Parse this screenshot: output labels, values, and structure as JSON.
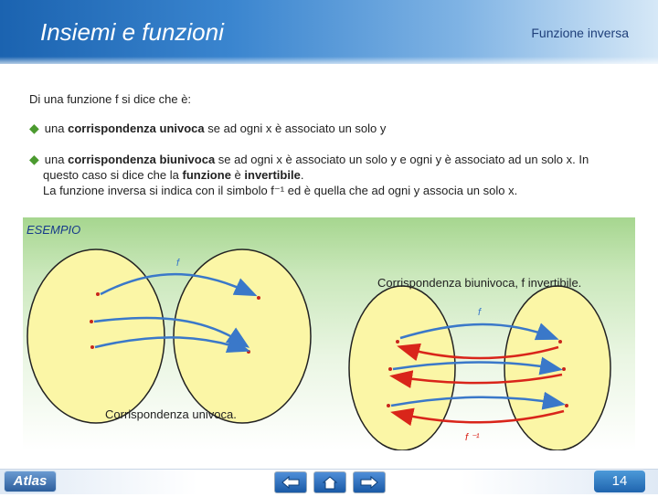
{
  "header": {
    "title": "Insiemi e funzioni",
    "subtitle": "Funzione inversa"
  },
  "intro": "Di una funzione f si dice che è:",
  "bullet1": {
    "pre": "una ",
    "bold": "corrispondenza univoca",
    "post": " se ad ogni x è associato un solo y"
  },
  "bullet2": {
    "pre": "una ",
    "bold": "corrispondenza biunivoca",
    "post": " se ad ogni x è associato un solo y e ogni y è associato ad un solo x. In",
    "line2_pre": "questo caso si dice che la ",
    "line2_bold1": "funzione",
    "line2_mid": " è ",
    "line2_bold2": "invertibile",
    "line2_post": ".",
    "line3": "La funzione inversa si indica con il simbolo f⁻¹ ed è quella che ad ogni y associa un solo x."
  },
  "example": {
    "label": "ESEMPIO",
    "left_f": "f",
    "caption_left": "Corrispondenza univoca.",
    "caption_right": "Corrispondenza biunivoca, f invertibile.",
    "right_f": "f",
    "right_finv": "f ⁻¹"
  },
  "colors": {
    "accent_blue": "#3a78c9",
    "arrow_red": "#d9251a",
    "ellipse_fill": "#fbf6a6",
    "point_red": "#c8261c"
  },
  "footer": {
    "logo": "Atlas",
    "page": "14"
  },
  "icons": [
    "back-arrow-icon",
    "home-icon",
    "forward-arrow-icon"
  ]
}
